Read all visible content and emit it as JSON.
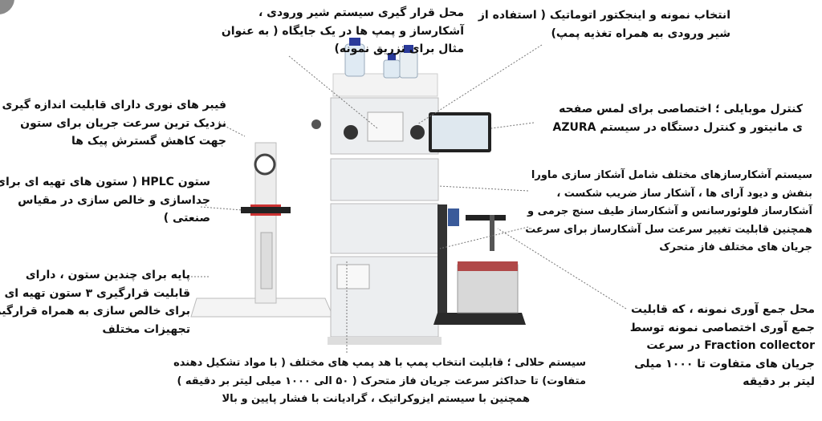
{
  "annotations": {
    "inlet_valve": [
      "محل قرار گیری سیستم شیر ورودی ،",
      "آشکارساز و پمپ ها در یک جایگاه ( به عنوان",
      "مثال برای تزریق نمونه)"
    ],
    "autosampler": [
      "انتخاب نمونه و اینجکتور اتوماتیک ( استفاده از",
      "شیر ورودی به همراه تغذیه پمپ)"
    ],
    "optical_fibers": [
      "فیبر های نوری دارای قابلیت اندازه گیری",
      "نزدیک ترین سرعت جریان برای ستون",
      "جهت کاهش گسترش پیک ها"
    ],
    "hplc_column": [
      "ستون HPLC ( ستون های تهیه ای برای",
      "جداسازی و خالص سازی در مقیاس",
      "صنعتی )"
    ],
    "column_stand": [
      "پایه برای چندین ستون ، دارای",
      "قابلیت قرارگیری ۳ ستون  تهیه ای",
      "برای خالص سازی به همراه قرارگیری",
      "تجهیزات مختلف"
    ],
    "mobile_control": [
      "کنترل موبایلی ؛ اختصاصی برای لمس صفحه",
      "ی مانیتور و کنترل دستگاه در سیستم AZURA"
    ],
    "detectors": [
      "سیستم آشکارسازهای مختلف شامل آشکاز سازی ماورا",
      "بنفش و دیود آرای ها ، آشکار ساز ضریب شکست ،",
      "آشکارساز فلوئورسانس و آشکارساز طیف سنج جرمی و",
      "همچنین قابلیت تغییر سرعت سل آشکارساز برای سرعت",
      "جریان های مختلف فاز متحرک"
    ],
    "solvent_system": [
      "سیستم حلالی ؛ قابلیت انتخاب پمپ با هد پمپ های مختلف ( با مواد تشکیل دهنده",
      "متفاوت) تا حداکثر سرعت جریان فاز متحرک ( ۵۰ الی ۱۰۰۰ میلی لیتر بر دقیقه )",
      "همچنین با سیستم ایزوکراتیک ، گرادیانت با فشار پایین و بالا"
    ],
    "fraction_collector": [
      "محل جمع آوری نمونه ، که قابلیت",
      "جمع آوری اختصاصی نمونه توسط",
      "Fraction collector در سرعت",
      "جریان های متفاوت تا ۱۰۰۰ میلی",
      "لیتر بر دقیقه"
    ]
  },
  "colors": {
    "text": "#111111",
    "module": "#eceef0",
    "bottle_cap": "#2a3a9a",
    "tube_rack": "#b04848"
  }
}
